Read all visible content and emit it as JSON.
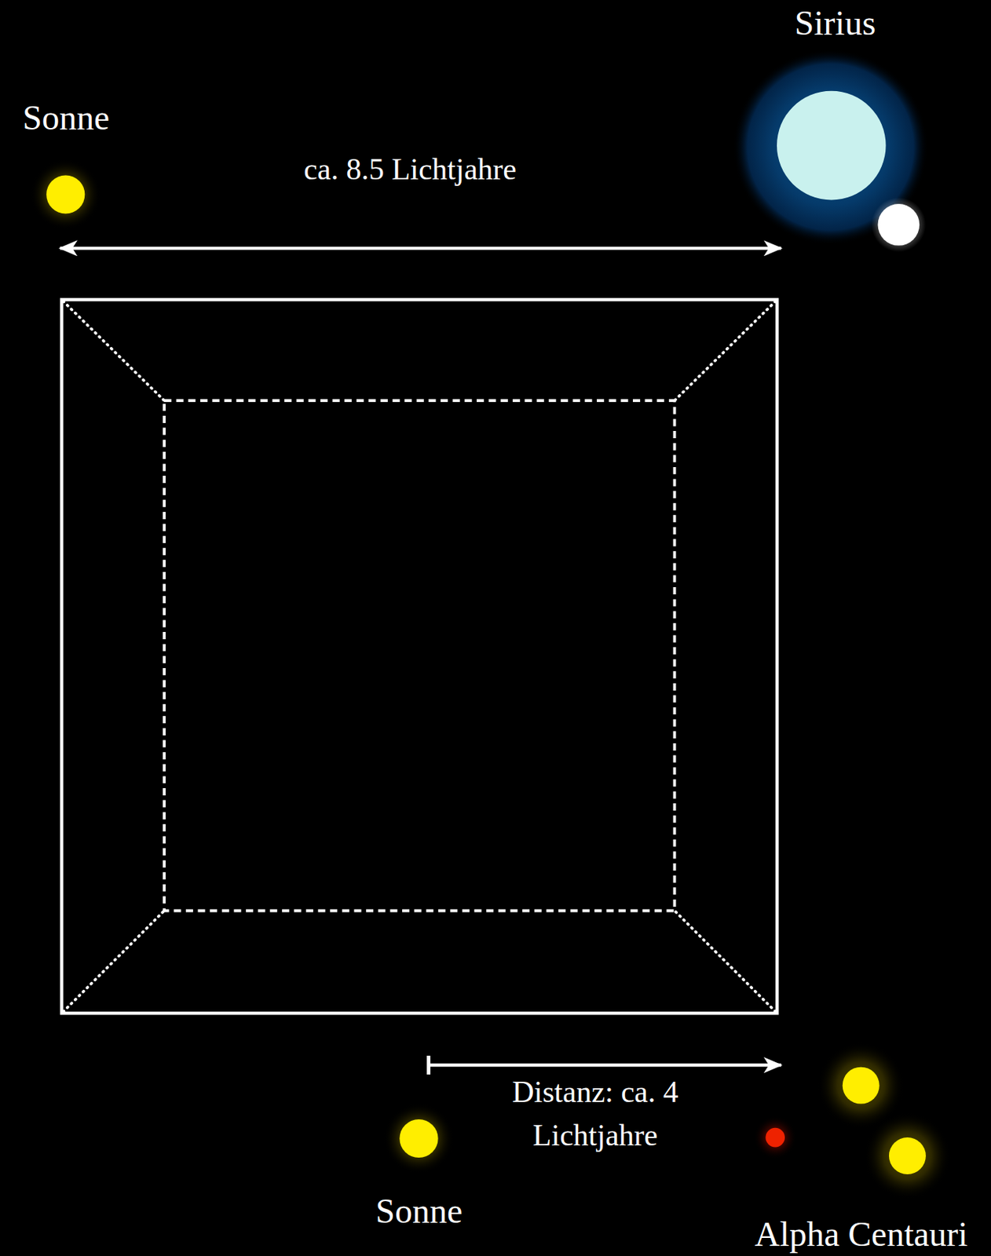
{
  "diagram": {
    "nodes": [
      {
        "text": [
          "Sonne"
        ]
      },
      {
        "text": [
          "Sirius"
        ]
      },
      {
        "text": [
          "Sonne"
        ]
      },
      {
        "text": [
          "Alpha Centauri"
        ]
      }
    ],
    "edges": [
      {
        "from": 0,
        "to": 1,
        "arrow": "both",
        "label": "ca. 8.5 Lichtjahre"
      },
      {
        "from": 2,
        "to": 3,
        "arrow": "to",
        "label": "Distanz: ca. 4 Lichtjahre"
      }
    ]
  }
}
